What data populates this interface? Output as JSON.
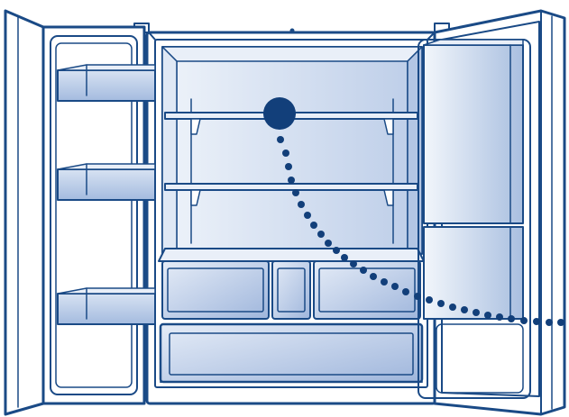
{
  "illustration": {
    "subject": "french-door-refrigerator-open",
    "colors": {
      "outline": "#1a4a86",
      "panel_light": "#e9eff8",
      "panel_mid": "#c9d7ec",
      "panel_dark": "#98b0d6",
      "white": "#ffffff",
      "callout": "#123f7a"
    }
  },
  "callout": {
    "marker": "filled-circle",
    "leader": "dotted-line"
  }
}
